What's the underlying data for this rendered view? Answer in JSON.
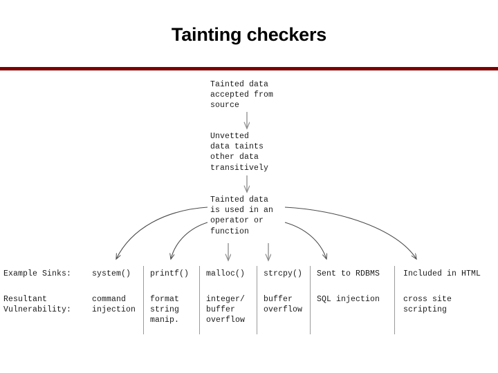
{
  "slide": {
    "title": "Tainting checkers",
    "accent_color": "#7e0000",
    "text_color": "#1a1a1a",
    "background_color": "#ffffff"
  },
  "flow": {
    "boxes": [
      {
        "text": "Tainted data\naccepted from\nsource"
      },
      {
        "text": "Unvetted\ndata taints\nother data\ntransitively"
      },
      {
        "text": "Tainted data\nis used in an\noperator or\nfunction"
      }
    ]
  },
  "table": {
    "row_labels": {
      "sinks": "Example Sinks:",
      "vulnerabilities": "Resultant\nVulnerability:"
    },
    "columns": [
      {
        "sink": "system()",
        "vulnerability": "command\ninjection"
      },
      {
        "sink": "printf()",
        "vulnerability": "format\nstring\nmanip."
      },
      {
        "sink": "malloc()",
        "vulnerability": "integer/\nbuffer\noverflow"
      },
      {
        "sink": "strcpy()",
        "vulnerability": "buffer\noverflow"
      },
      {
        "sink": "Sent to RDBMS",
        "vulnerability": "SQL injection"
      },
      {
        "sink": "Included in HTML",
        "vulnerability": "cross site\nscripting"
      }
    ]
  }
}
